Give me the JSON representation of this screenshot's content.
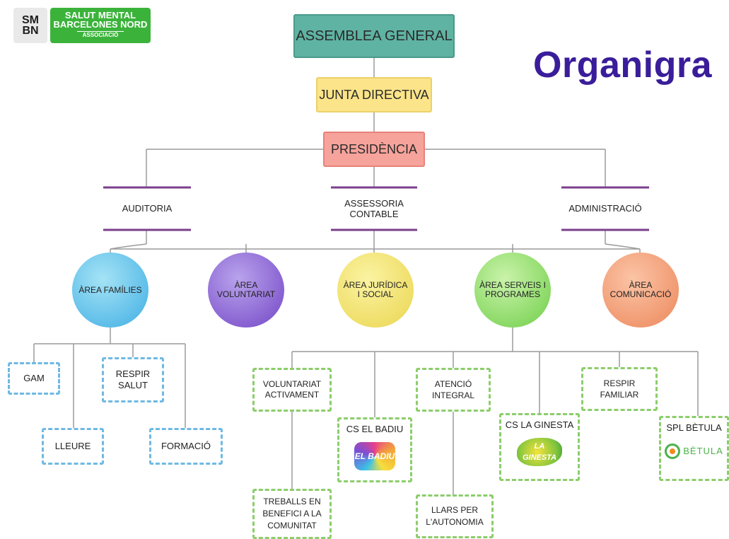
{
  "logo": {
    "initials_line1": "SM",
    "initials_line2": "BN",
    "name_line1": "SALUT MENTAL",
    "name_line2": "BARCELONES NORD",
    "name_line3": "ASSOCIACIÓ"
  },
  "title": "Organigra",
  "top": {
    "assemblea": "ASSEMBLEA GENERAL",
    "junta": "JUNTA DIRECTIVA",
    "presidencia": "PRESIDÈNCIA"
  },
  "support": {
    "auditoria": "AUDITORIA",
    "assessoria_line1": "ASSESSORIA",
    "assessoria_line2": "CONTABLE",
    "administracio": "ADMINISTRACIÓ"
  },
  "areas": {
    "families": "ÀREA FAMÍLIES",
    "voluntariat_line1": "ÀREA",
    "voluntariat_line2": "VOLUNTARIAT",
    "juridica_line1": "ÀREA JURÍDICA",
    "juridica_line2": "I SOCIAL",
    "serveis_line1": "ÀREA SERVEIS I",
    "serveis_line2": "PROGRAMES",
    "comunicacio_line1": "ÀREA",
    "comunicacio_line2": "COMUNICACIÓ"
  },
  "families_units": {
    "gam": "GAM",
    "respir_line1": "RESPIR",
    "respir_line2": "SALUT",
    "lleure": "LLEURE",
    "formacio": "FORMACIÓ"
  },
  "serveis_units": {
    "voluntariat_line1": "VOLUNTARIAT",
    "voluntariat_line2": "ACTIVAMENT",
    "treballs_line1": "TREBALLS EN",
    "treballs_line2": "BENEFICI A LA",
    "treballs_line3": "COMUNITAT",
    "cs_badiu": "CS EL BADIU",
    "cs_badiu_badge": "EL BADIU",
    "atencio_line1": "ATENCIÓ",
    "atencio_line2": "INTEGRAL",
    "llars_line1": "LLARS PER",
    "llars_line2": "L'AUTONOMIA",
    "cs_ginesta": "CS LA GINESTA",
    "cs_ginesta_badge": "LA GINESTA",
    "respir_line1": "RESPIR",
    "respir_line2": "FAMILIAR",
    "spl_betula": "SPL BÈTULA",
    "betula_badge": "BÈTULA"
  },
  "colors": {
    "title": "#3a1d9a",
    "assemblea": "#5fb3a3",
    "junta": "#fbe489",
    "presidencia": "#f6a39b",
    "support_bars": "#7b3f8c",
    "families_dash": "#6fb9e3",
    "serveis_dash": "#8ccd6b",
    "connector": "#9a9a9a"
  }
}
